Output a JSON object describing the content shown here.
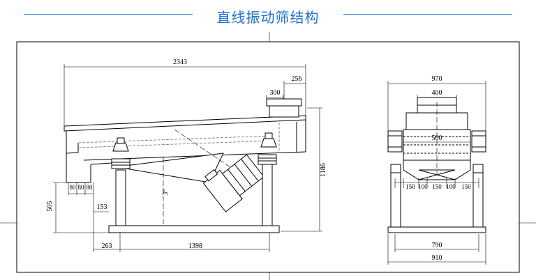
{
  "header": {
    "title": "直线振动筛结构",
    "accent_color": "#1f72c9"
  },
  "side_view": {
    "dims": {
      "overall_length": "2343",
      "outlet_width": "256",
      "motor_base": "300",
      "height": "1186",
      "angle": "3°",
      "step1": "80",
      "step2": "80",
      "step3": "80",
      "support_height": "505",
      "foot_offset": "153",
      "left_span": "263",
      "support_span": "1398"
    }
  },
  "front_view": {
    "dims": {
      "top_width": "970",
      "motor_width": "400",
      "inner_width": "500",
      "seg1": "150",
      "seg2": "100",
      "seg3": "150",
      "seg4": "100",
      "seg5": "150",
      "base_inner": "790",
      "base_outer": "910"
    }
  }
}
